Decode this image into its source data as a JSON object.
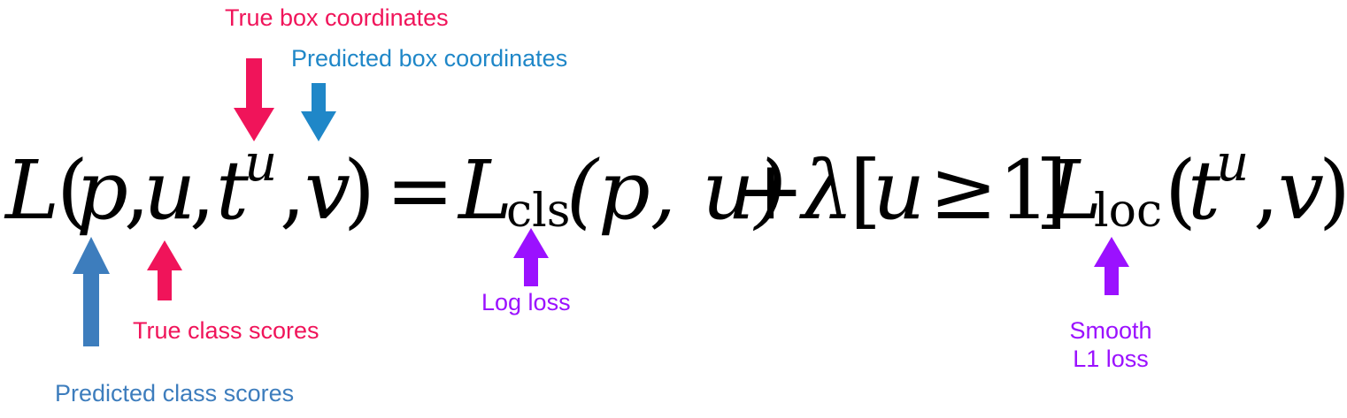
{
  "colors": {
    "true_values": "#f0145a",
    "predicted_box": "#1f87c8",
    "predicted_class": "#3d7dbd",
    "loss_terms": "#9b11ff",
    "equation": "#000000"
  },
  "equation": {
    "lhs_L": "L",
    "lhs_open": "(",
    "lhs_p": "p",
    "comma1": ",",
    "lhs_u": "u",
    "comma2": ",",
    "lhs_t": "t",
    "lhs_t_sup": "u",
    "comma3": ",",
    "lhs_v": "v",
    "lhs_close": ")",
    "equals": "=",
    "cls_L": "L",
    "cls_sub": "cls",
    "cls_args": "(p, u)",
    "plus": "+",
    "lambda": "λ",
    "bracket_open": "[",
    "cond_u": "u",
    "geq": "≥",
    "cond_one": "1",
    "bracket_close": "]",
    "loc_L": "L",
    "loc_sub": "loc",
    "loc_open": "(",
    "loc_t": "t",
    "loc_t_sup": "u",
    "loc_comma": ",",
    "loc_v": "v",
    "loc_close": ")"
  },
  "annotations": {
    "true_box": "True box coordinates",
    "predicted_box": "Predicted box coordinates",
    "predicted_class": "Predicted class scores",
    "true_class": "True class scores",
    "log_loss": "Log loss",
    "smooth_line1": "Smooth",
    "smooth_line2": "L1 loss"
  }
}
